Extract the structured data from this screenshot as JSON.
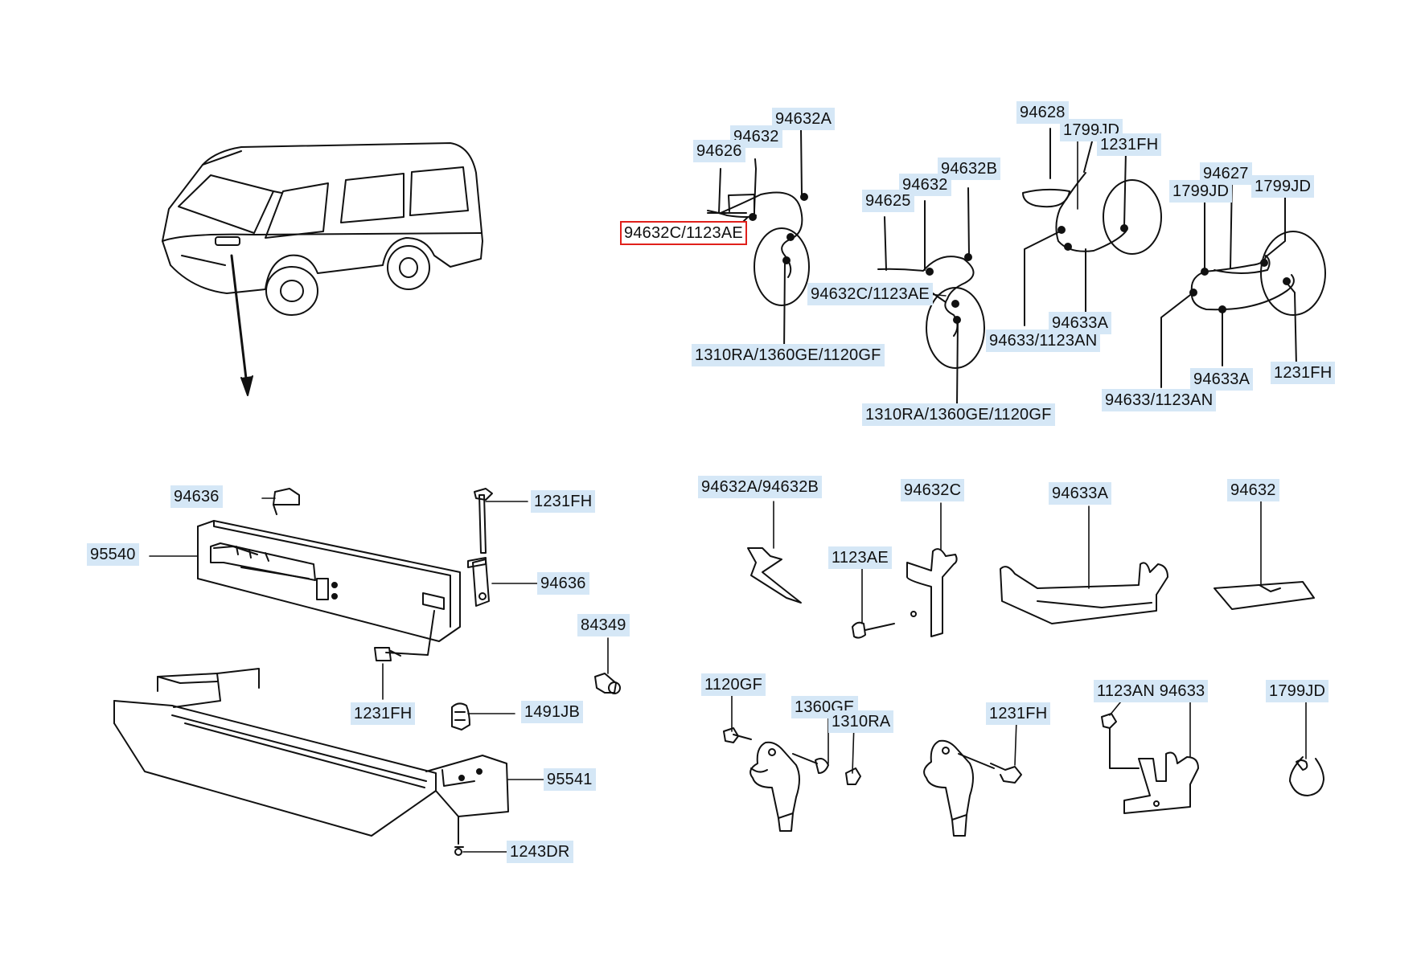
{
  "colors": {
    "label_bg": "#d5e7f6",
    "selected_outline": "#e0201b",
    "line": "#111111"
  },
  "callouts": [
    {
      "id": "c1",
      "text": "94632A"
    },
    {
      "id": "c2",
      "text": "94632"
    },
    {
      "id": "c3",
      "text": "94626"
    },
    {
      "id": "c4",
      "text": "94632C/1123AE",
      "selected": true
    },
    {
      "id": "c5",
      "text": "1310RA/1360GE/1120GF"
    },
    {
      "id": "c6",
      "text": "94632B"
    },
    {
      "id": "c7",
      "text": "94632"
    },
    {
      "id": "c8",
      "text": "94625"
    },
    {
      "id": "c9",
      "text": "94632C/1123AE"
    },
    {
      "id": "c10",
      "text": "1310RA/1360GE/1120GF"
    },
    {
      "id": "c11",
      "text": "94628"
    },
    {
      "id": "c12",
      "text": "1799JD"
    },
    {
      "id": "c13",
      "text": "1231FH"
    },
    {
      "id": "c14",
      "text": "94633A"
    },
    {
      "id": "c15",
      "text": "94633/1123AN"
    },
    {
      "id": "c16",
      "text": "94627"
    },
    {
      "id": "c17",
      "text": "1799JD"
    },
    {
      "id": "c18",
      "text": "1799JD"
    },
    {
      "id": "c19",
      "text": "94633A"
    },
    {
      "id": "c20",
      "text": "1231FH"
    },
    {
      "id": "c21",
      "text": "94633/1123AN"
    },
    {
      "id": "c22",
      "text": "94636"
    },
    {
      "id": "c23",
      "text": "95540"
    },
    {
      "id": "c24",
      "text": "1231FH"
    },
    {
      "id": "c25",
      "text": "94636"
    },
    {
      "id": "c26",
      "text": "84349"
    },
    {
      "id": "c27",
      "text": "1231FH"
    },
    {
      "id": "c28",
      "text": "1491JB"
    },
    {
      "id": "c29",
      "text": "95541"
    },
    {
      "id": "c30",
      "text": "1243DR"
    },
    {
      "id": "c31",
      "text": "94632A/94632B"
    },
    {
      "id": "c32",
      "text": "94632C"
    },
    {
      "id": "c33",
      "text": "94633A"
    },
    {
      "id": "c34",
      "text": "94632"
    },
    {
      "id": "c35",
      "text": "1123AE"
    },
    {
      "id": "c36",
      "text": "1120GF"
    },
    {
      "id": "c37",
      "text": "1360GE"
    },
    {
      "id": "c38",
      "text": "1310RA"
    },
    {
      "id": "c39",
      "text": "1231FH"
    },
    {
      "id": "c40",
      "text": "1123AN 94633"
    },
    {
      "id": "c41",
      "text": "1799JD"
    }
  ]
}
